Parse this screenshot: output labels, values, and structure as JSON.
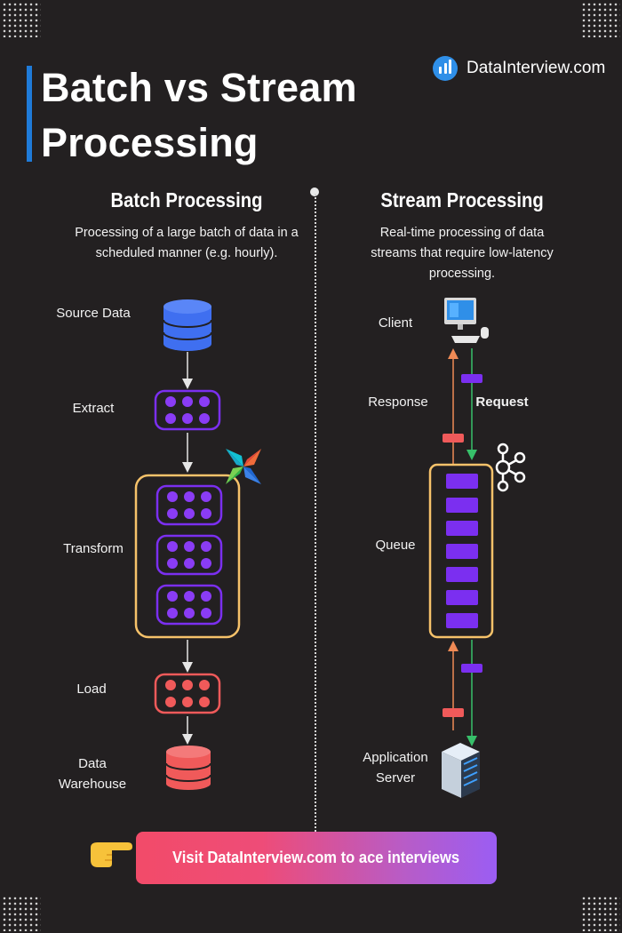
{
  "page": {
    "title": "Batch vs Stream Processing",
    "title_line1": "Batch vs Stream",
    "title_line2": "Processing",
    "brand": "DataInterview.com"
  },
  "batch": {
    "title": "Batch Processing",
    "description": "Processing of a large batch of data in a scheduled manner (e.g. hourly).",
    "steps": [
      {
        "label": "Source Data",
        "icon": "database-icon"
      },
      {
        "label": "Extract",
        "icon": "task-block-icon"
      },
      {
        "label": "Transform",
        "icon": "task-block-icon"
      },
      {
        "label": "Load",
        "icon": "task-block-icon"
      },
      {
        "label": "Data Warehouse",
        "icon": "database-icon"
      }
    ],
    "orchestrator_icon": "airflow-pinwheel-icon"
  },
  "stream": {
    "title": "Stream Processing",
    "description": "Real-time processing of data streams that require low-latency processing.",
    "nodes": {
      "client": "Client",
      "queue": "Queue",
      "server": "Application Server"
    },
    "response_label": "Response",
    "request_label": "Request",
    "broker_icon": "kafka-icon",
    "client_icon": "computer-icon",
    "server_icon": "server-rack-icon"
  },
  "cta": {
    "label": "Visit DataInterview.com to ace interviews",
    "icon": "pointing-hand-icon"
  },
  "colors": {
    "background": "#232021",
    "accent_blue": "#1f7bd9",
    "source_db": "#3f6ff0",
    "extract_transform": "#7b2ff0",
    "load_warehouse": "#f05a5a",
    "transform_frame": "#f6c26a",
    "response_arrow": "#f08a55",
    "request_arrow": "#37c06a"
  }
}
